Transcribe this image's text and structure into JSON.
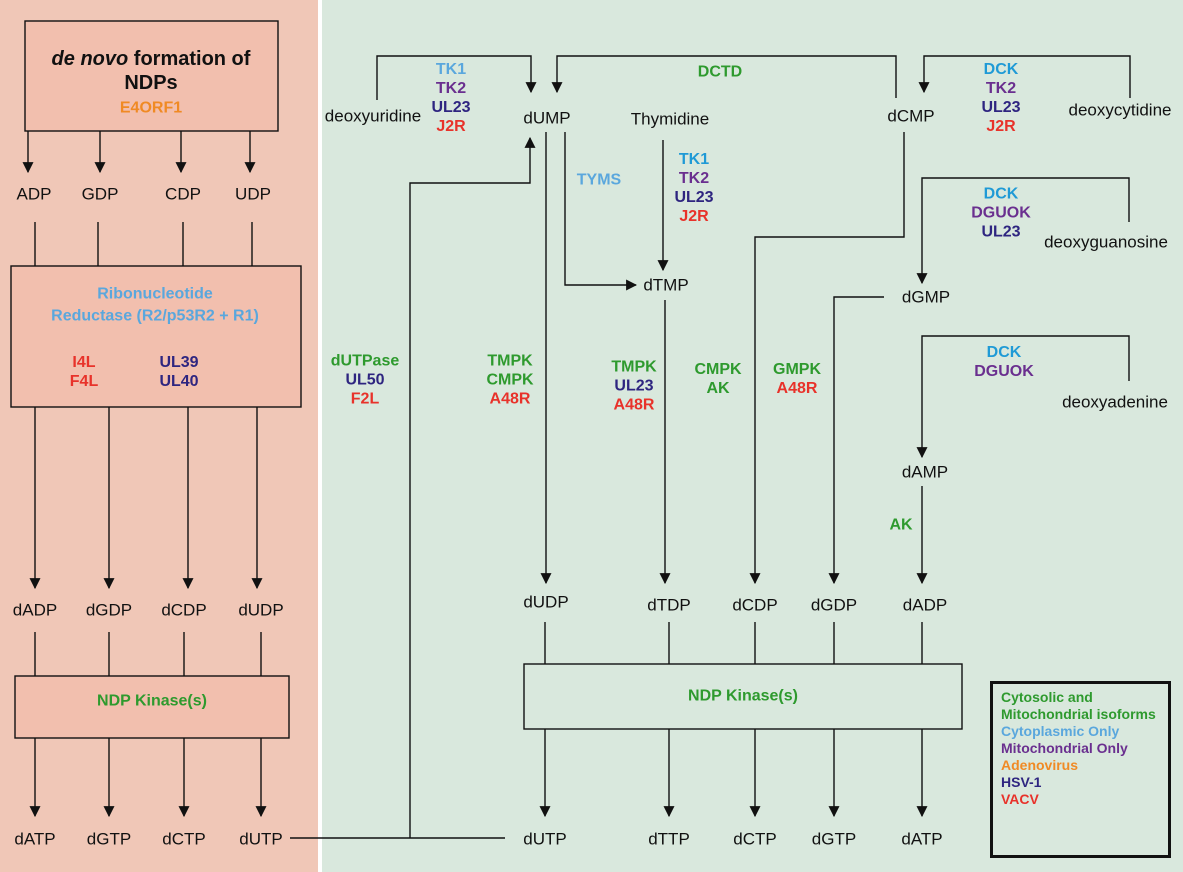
{
  "colors": {
    "left_panel": "#f0c7b7",
    "right_panel": "#d9e8dd",
    "cytosolic_mito": "#2e9a2e",
    "cytoplasmic": "#5aa7dd",
    "mitochondrial": "#6a2f8f",
    "adenovirus": "#f08a24",
    "hsv1": "#2e2580",
    "vacv": "#e8322a"
  },
  "left": {
    "title_italic": "de novo",
    "title_rest": " formation of",
    "title_line2": "NDPs",
    "e4orf1": "E4ORF1",
    "ndps": [
      "ADP",
      "GDP",
      "CDP",
      "UDP"
    ],
    "rnr_line1": "Ribonucleotide",
    "rnr_line2": "Reductase (R2/p53R2 + R1)",
    "rnr_vacv": [
      "I4L",
      "F4L"
    ],
    "rnr_hsv": [
      "UL39",
      "UL40"
    ],
    "dndps": [
      "dADP",
      "dGDP",
      "dCDP",
      "dUDP"
    ],
    "kinase": "NDP Kinase(s)",
    "dntps": [
      "dATP",
      "dGTP",
      "dCTP",
      "dUTP"
    ]
  },
  "right": {
    "deoxyuridine": "deoxyuridine",
    "dump": "dUMP",
    "thymidine": "Thymidine",
    "dcmp": "dCMP",
    "deoxycytidine": "deoxycytidine",
    "dctd": "DCTD",
    "tyms": "TYMS",
    "dtmp": "dTMP",
    "dgmp": "dGMP",
    "deoxyguanosine": "deoxyguanosine",
    "deoxyadenine": "deoxyadenine",
    "damp": "dAMP",
    "ak": "AK",
    "enz_deoxyuridine": [
      "TK1",
      "TK2",
      "UL23",
      "J2R"
    ],
    "enz_thymidine": [
      "TK1",
      "TK2",
      "UL23",
      "J2R"
    ],
    "enz_deoxycytidine": [
      "DCK",
      "TK2",
      "UL23",
      "J2R"
    ],
    "enz_deoxyguanosine": [
      "DCK",
      "DGUOK",
      "UL23"
    ],
    "enz_deoxyadenine": [
      "DCK",
      "DGUOK"
    ],
    "enz_dutpase": [
      "dUTPase",
      "UL50",
      "F2L"
    ],
    "enz_dump_kin": [
      "TMPK",
      "CMPK",
      "A48R"
    ],
    "enz_dtmp_kin": [
      "TMPK",
      "UL23",
      "A48R"
    ],
    "enz_dcmp_kin": [
      "CMPK",
      "AK"
    ],
    "enz_dgmp_kin": [
      "GMPK",
      "A48R"
    ],
    "dndps": [
      "dUDP",
      "dTDP",
      "dCDP",
      "dGDP",
      "dADP"
    ],
    "kinase": "NDP Kinase(s)",
    "dntps": [
      "dUTP",
      "dTTP",
      "dCTP",
      "dGTP",
      "dATP"
    ]
  },
  "legend": {
    "cytosolic_line1": "Cytosolic and",
    "cytosolic_line2": "Mitochondrial isoforms",
    "cytoplasmic": "Cytoplasmic Only",
    "mitochondrial": "Mitochondrial Only",
    "adenovirus": "Adenovirus",
    "hsv1": "HSV-1",
    "vacv": "VACV"
  }
}
